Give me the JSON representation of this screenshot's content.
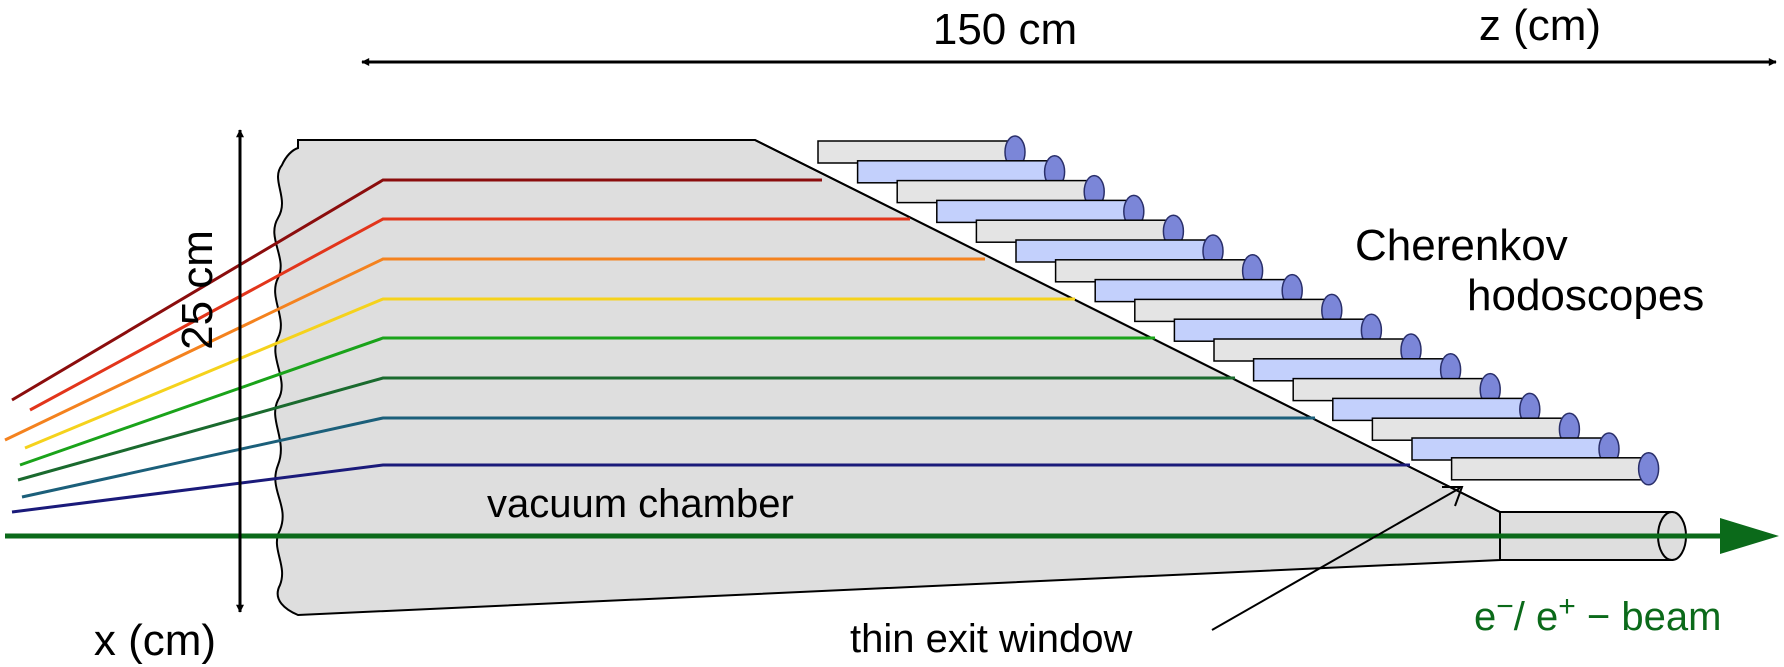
{
  "labels": {
    "length": "150 cm",
    "z_axis": "z (cm)",
    "height": "25 cm",
    "x_axis": "x (cm)",
    "detector_line1": "Cherenkov",
    "detector_line2": "hodoscopes",
    "chamber": "vacuum chamber",
    "exit_window": "thin exit window",
    "beam_particle_minus": "e",
    "beam_sup_minus": "−",
    "beam_slash": "/ e",
    "beam_sup_plus": "+",
    "beam_suffix": " − beam"
  },
  "colors": {
    "chamber_fill": "#dedede",
    "bar_front": "#c3d0fc",
    "bar_back": "#e4e4e4",
    "pmt": "#7b86d8",
    "beam": "#0b6a1a",
    "tracks": [
      "#8b0d0d",
      "#e2351b",
      "#f4821e",
      "#f5d21c",
      "#1aa31a",
      "#1a6a2e",
      "#1b5f7a",
      "#1a1a7a"
    ]
  },
  "icons": {
    "arrow_head": "triangle-arrowhead-icon",
    "pmt": "ellipse-photomultiplier-icon"
  }
}
